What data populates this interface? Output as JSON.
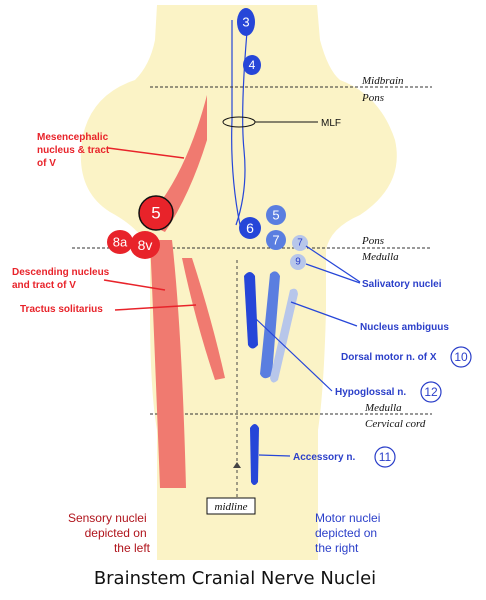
{
  "title": "Brainstem Cranial Nerve Nuclei",
  "regions": {
    "midbrain": "Midbrain",
    "pons_top": "Pons",
    "pons_bottom": "Pons",
    "medulla_top": "Medulla",
    "medulla_bottom": "Medulla",
    "cervical": "Cervical cord"
  },
  "labels": {
    "mesencephalic": [
      "Mesencephalic",
      "nucleus & tract",
      "of V"
    ],
    "descending": [
      "Descending nucleus",
      "and tract of V"
    ],
    "solitarius": "Tractus solitarius",
    "mlf": "MLF",
    "salivatory": "Salivatory nuclei",
    "ambiguus": "Nucleus ambiguus",
    "dorsal_motor": "Dorsal motor n. of X",
    "hypoglossal": "Hypoglossal n.",
    "accessory": "Accessory n.",
    "midline": "midline"
  },
  "nuclei": {
    "n3": "3",
    "n4": "4",
    "n5": "5",
    "n8a": "8a",
    "n8v": "8v",
    "n6": "6",
    "n5m": "5",
    "n7": "7",
    "n7s": "7",
    "n9": "9",
    "n10": "10",
    "n12": "12",
    "n11": "11"
  },
  "footer": {
    "sensory": [
      "Sensory nuclei",
      "depicted on",
      "the left"
    ],
    "motor": [
      "Motor nuclei",
      "depicted on",
      "the right"
    ]
  },
  "colors": {
    "background_shape": "#fbf3c6",
    "sensory": "#e8232a",
    "sensory_light": "#f07a70",
    "motor": "#2646d8",
    "motor_light": "#8ca6e6"
  }
}
